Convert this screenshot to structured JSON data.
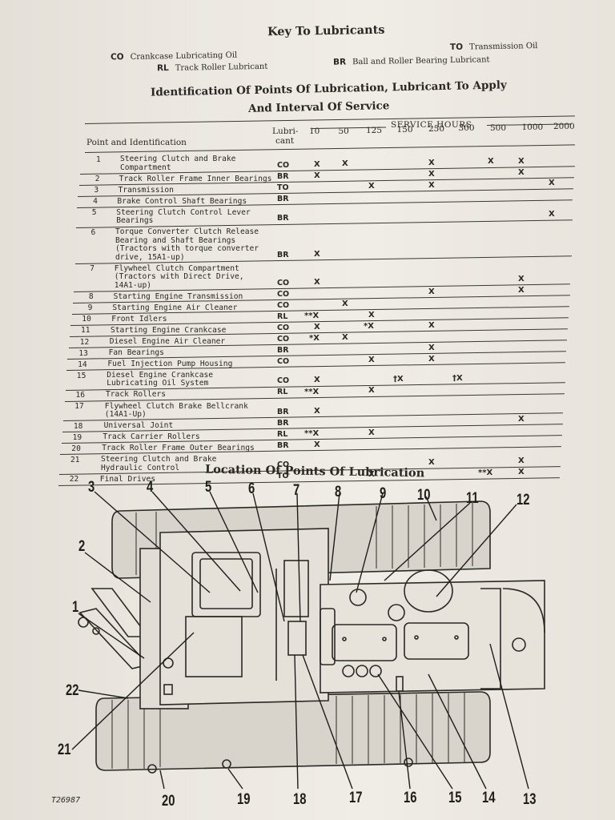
{
  "key": {
    "title": "Key To Lubricants",
    "items": [
      {
        "code": "CO",
        "label": "Crankcase Lubricating Oil"
      },
      {
        "code": "RL",
        "label": "Track Roller Lubricant"
      },
      {
        "code": "TO",
        "label": "Transmission Oil"
      },
      {
        "code": "BR",
        "label": "Ball and Roller Bearing Lubricant"
      }
    ]
  },
  "table": {
    "title_line1": "Identification Of Points Of Lubrication, Lubricant To Apply",
    "title_line2": "And Interval Of Service",
    "col_point": "Point and Identification",
    "col_lubricant_1": "Lubri-",
    "col_lubricant_2": "cant",
    "service_hours_label": "SERVICE HOURS",
    "hours": [
      "10",
      "50",
      "125",
      "150",
      "250",
      "300",
      "500",
      "1000",
      "2000"
    ],
    "rows": [
      {
        "num": "1",
        "lines": [
          "Steering Clutch and Brake",
          "Compartment"
        ],
        "lub": [
          "CO"
        ],
        "marks": [
          [
            "X",
            "X",
            "",
            "",
            "X",
            "",
            "X",
            "X",
            ""
          ]
        ]
      },
      {
        "num": "2",
        "lines": [
          "Track Roller Frame Inner Bearings"
        ],
        "lub": [
          "BR"
        ],
        "marks": [
          [
            "X",
            "",
            "",
            "",
            "X",
            "",
            "",
            "X",
            ""
          ]
        ]
      },
      {
        "num": "3",
        "lines": [
          "Transmission"
        ],
        "lub": [
          "TO"
        ],
        "marks": [
          [
            "",
            "",
            "X",
            "",
            "X",
            "",
            "",
            "",
            "X"
          ]
        ]
      },
      {
        "num": "4",
        "lines": [
          "Brake Control Shaft Bearings"
        ],
        "lub": [
          "BR"
        ],
        "marks": [
          [
            "",
            "",
            "",
            "",
            "",
            "",
            "",
            "",
            ""
          ]
        ]
      },
      {
        "num": "5",
        "lines": [
          "Steering Clutch Control Lever",
          "Bearings"
        ],
        "lub": [
          "BR"
        ],
        "marks": [
          [
            "",
            "",
            "",
            "",
            "",
            "",
            "",
            "",
            "X"
          ]
        ]
      },
      {
        "num": "6",
        "lines": [
          "Torque Converter Clutch Release",
          "Bearing and Shaft Bearings",
          "(Tractors with torque converter",
          "drive, 15A1-up)"
        ],
        "lub": [
          "BR"
        ],
        "marks": [
          [
            "X",
            "",
            "",
            "",
            "",
            "",
            "",
            "",
            ""
          ]
        ]
      },
      {
        "num": "7",
        "lines": [
          "Flywheel Clutch Compartment",
          "(Tractors with Direct Drive,",
          "14A1-up)"
        ],
        "lub": [
          "CO"
        ],
        "marks": [
          [
            "X",
            "",
            "",
            "",
            "",
            "",
            "",
            "X",
            ""
          ]
        ]
      },
      {
        "num": "8",
        "lines": [
          "Starting Engine Transmission"
        ],
        "lub": [
          "CO"
        ],
        "marks": [
          [
            "",
            "",
            "",
            "",
            "X",
            "",
            "",
            "X",
            ""
          ]
        ]
      },
      {
        "num": "9",
        "lines": [
          "Starting Engine Air Cleaner"
        ],
        "lub": [
          "CO"
        ],
        "marks": [
          [
            "",
            "X",
            "",
            "",
            "",
            "",
            "",
            "",
            ""
          ]
        ]
      },
      {
        "num": "10",
        "lines": [
          "Front Idlers"
        ],
        "lub": [
          "RL"
        ],
        "marks": [
          [
            "**X",
            "",
            "X",
            "",
            "",
            "",
            "",
            "",
            ""
          ]
        ]
      },
      {
        "num": "11",
        "lines": [
          "Starting Engine Crankcase"
        ],
        "lub": [
          "CO"
        ],
        "marks": [
          [
            "X",
            "",
            "*X",
            "",
            "X",
            "",
            "",
            "",
            ""
          ]
        ]
      },
      {
        "num": "12",
        "lines": [
          "Diesel Engine Air Cleaner"
        ],
        "lub": [
          "CO"
        ],
        "marks": [
          [
            "*X",
            "X",
            "",
            "",
            "",
            "",
            "",
            "",
            ""
          ]
        ]
      },
      {
        "num": "13",
        "lines": [
          "Fan Bearings"
        ],
        "lub": [
          "BR"
        ],
        "marks": [
          [
            "",
            "",
            "",
            "",
            "X",
            "",
            "",
            "",
            ""
          ]
        ]
      },
      {
        "num": "14",
        "lines": [
          "Fuel Injection Pump Housing"
        ],
        "lub": [
          "CO"
        ],
        "marks": [
          [
            "",
            "",
            "X",
            "",
            "X",
            "",
            "",
            "",
            ""
          ]
        ]
      },
      {
        "num": "15",
        "lines": [
          "Diesel Engine Crankcase",
          "Lubricating Oil System"
        ],
        "lub": [
          "CO"
        ],
        "marks": [
          [
            "X",
            "",
            "",
            "†X",
            "",
            "†X",
            "",
            "",
            ""
          ]
        ]
      },
      {
        "num": "16",
        "lines": [
          "Track Rollers"
        ],
        "lub": [
          "RL"
        ],
        "marks": [
          [
            "**X",
            "",
            "X",
            "",
            "",
            "",
            "",
            "",
            ""
          ]
        ]
      },
      {
        "num": "17",
        "lines": [
          "Flywheel Clutch Brake Bellcrank",
          "(14A1-Up)"
        ],
        "lub": [
          "BR"
        ],
        "marks": [
          [
            "X",
            "",
            "",
            "",
            "",
            "",
            "",
            "",
            ""
          ]
        ]
      },
      {
        "num": "18",
        "lines": [
          "Universal Joint"
        ],
        "lub": [
          "BR"
        ],
        "marks": [
          [
            "",
            "",
            "",
            "",
            "",
            "",
            "",
            "X",
            ""
          ]
        ]
      },
      {
        "num": "19",
        "lines": [
          "Track Carrier Rollers"
        ],
        "lub": [
          "RL"
        ],
        "marks": [
          [
            "**X",
            "",
            "X",
            "",
            "",
            "",
            "",
            "",
            ""
          ]
        ]
      },
      {
        "num": "20",
        "lines": [
          "Track Roller Frame Outer Bearings"
        ],
        "lub": [
          "BR"
        ],
        "marks": [
          [
            "X",
            "",
            "",
            "",
            "",
            "",
            "",
            "",
            ""
          ]
        ]
      },
      {
        "num": "21",
        "lines": [
          "Steering Clutch and Brake",
          "Hydraulic Control"
        ],
        "lub": [
          "CO"
        ],
        "marks": [
          [
            "",
            "",
            "",
            "",
            "X",
            "",
            "",
            "X",
            ""
          ]
        ]
      },
      {
        "num": "22",
        "lines": [
          "Final Drives"
        ],
        "lub": [
          "TO"
        ],
        "marks": [
          [
            "",
            "",
            "X",
            "",
            "",
            "",
            "**X",
            "X",
            ""
          ]
        ]
      }
    ]
  },
  "location": {
    "title": "Location Of Points Of Lubrication",
    "callouts_top": [
      "3",
      "4",
      "5",
      "6",
      "7",
      "8",
      "9",
      "10",
      "11",
      "12"
    ],
    "callouts_left": [
      "2",
      "1",
      "22",
      "21"
    ],
    "callouts_bottom": [
      "20",
      "19",
      "18",
      "17",
      "16",
      "15",
      "14",
      "13"
    ],
    "figure_number": "T26987"
  }
}
